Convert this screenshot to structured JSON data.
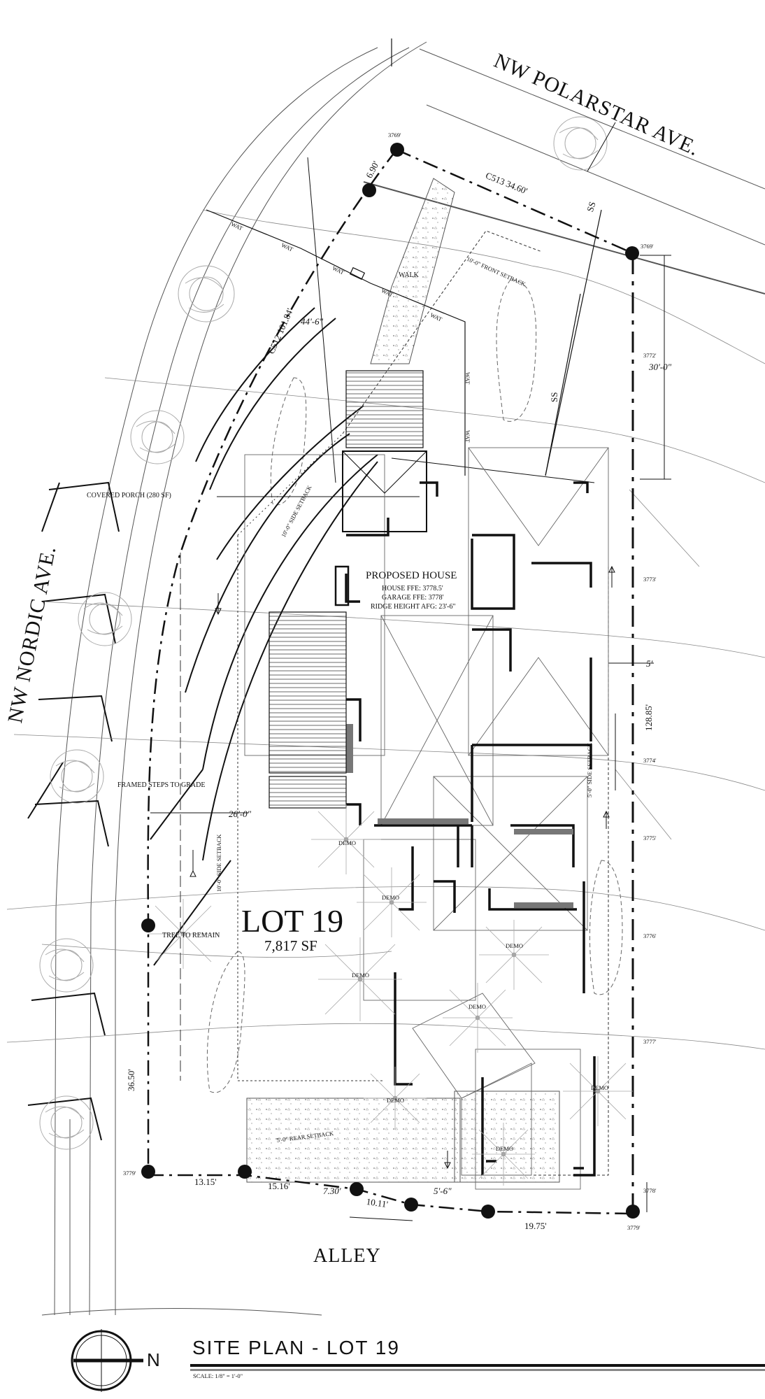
{
  "streets": {
    "polarstar": "NW POLARSTAR AVE.",
    "nordic": "NW NORDIC AVE.",
    "alley": "ALLEY"
  },
  "lot": {
    "name": "LOT 19",
    "area": "7,817 SF"
  },
  "house": {
    "title": "PROPOSED HOUSE",
    "ffe": "HOUSE FFE: 3778.5'",
    "garage_ffe": "GARAGE FFE: 3778'",
    "ridge": "RIDGE HEIGHT AFG: 23'-6\""
  },
  "notes": {
    "covered_porch": "COVERED PORCH (280 SF)",
    "framed_steps": "FRAMED STEPS TO GRADE",
    "tree_remain": "TREE TO REMAIN",
    "walk": "WALK",
    "front_setback": "10'-0\" FRONT SETBACK",
    "side_setback_nw": "10'-0\" SIDE SETBACK",
    "side_setback_w": "10'-0\" SIDE SETBACK",
    "side_setback_e": "5'-0\" SIDE SETBACK",
    "rear_setback": "5'-0\" REAR SETBACK",
    "demo": "DEMO",
    "wat": "WAT",
    "ss": "SS"
  },
  "dimensions": {
    "c512": "C512 101.84'",
    "c513": "C513 34.60'",
    "seg_690": "6.90'",
    "d_44_6": "44'-6\"",
    "d_30_0": "30'-0\"",
    "d_26_0": "26'-0\"",
    "d_5": "5'",
    "d_128_85": "128.85'",
    "d_36_50": "36.50'",
    "d_13_15": "13.15'",
    "d_15_16": "15.16'",
    "d_7_30": "7.30'",
    "d_10_11": "10.11'",
    "d_5_6": "5'-6\"",
    "d_19_75": "19.75'"
  },
  "elevations": {
    "e3769a": "3769'",
    "e3769b": "3769'",
    "e3772": "3772'",
    "e3773": "3773'",
    "e3774": "3774'",
    "e3775": "3775'",
    "e3776": "3776'",
    "e3777": "3777'",
    "e3778": "3778'",
    "e3779a": "3779'",
    "e3779b": "3779'"
  },
  "title_block": {
    "title": "SITE PLAN - LOT 19",
    "scale": "SCALE: 1/8\" = 1'-0\"",
    "north": "N"
  }
}
